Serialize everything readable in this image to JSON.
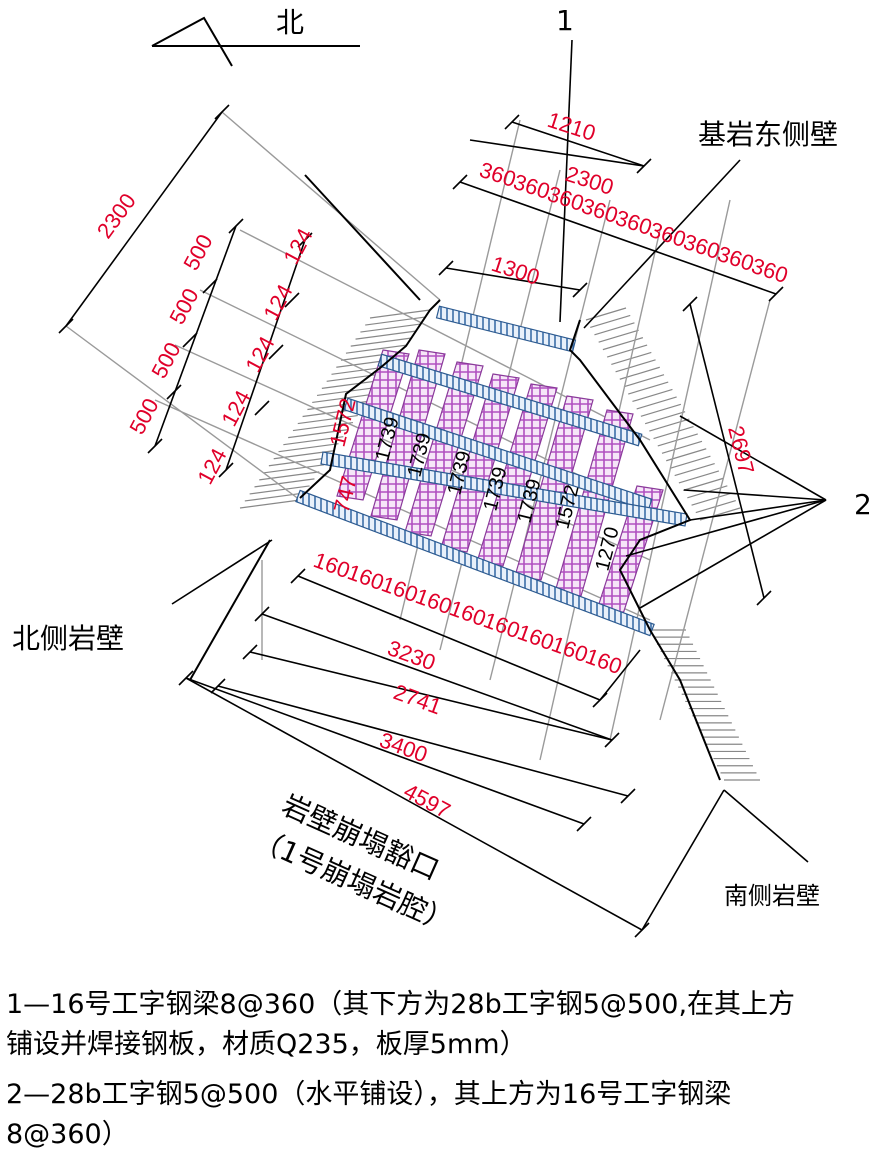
{
  "north_label": "北",
  "labels": {
    "item1": "1",
    "item2": "2",
    "east_wall": "基岩东侧壁",
    "north_wall": "北侧岩壁",
    "south_wall": "南侧岩壁",
    "collapse_line1": "岩壁崩塌豁口",
    "collapse_line2": "（1号崩塌岩腔）"
  },
  "dimensions": {
    "top_1210": "1210",
    "top_2300": "2300",
    "top_1300": "1300",
    "top_360": "360",
    "left_2300": "2300",
    "left_500": "500",
    "left_124": "124",
    "right_2697": "2697",
    "bottom_160": "160",
    "bottom_3230": "3230",
    "bottom_2741": "2741",
    "bottom_3400": "3400",
    "bottom_4597": "4597",
    "beam_1572": "1572",
    "beam_1739": "1739",
    "beam_1270": "1270",
    "beam_747": "747"
  },
  "legend": {
    "item1_line1": "1—16号工字钢梁8@360（其下方为28b工字钢5@500,在其上方",
    "item1_line2": "铺设并焊接钢板，材质Q235，板厚5mm）",
    "item2_line1": "2—28b工字钢5@500（水平铺设），其上方为16号工字钢梁",
    "item2_line2": "8@360）"
  },
  "colors": {
    "dimension_text": "#e0002a",
    "beam_16": "#b050c0",
    "beam_28b": "#3c6ea8",
    "line": "#000000",
    "hatch": "#888888"
  }
}
